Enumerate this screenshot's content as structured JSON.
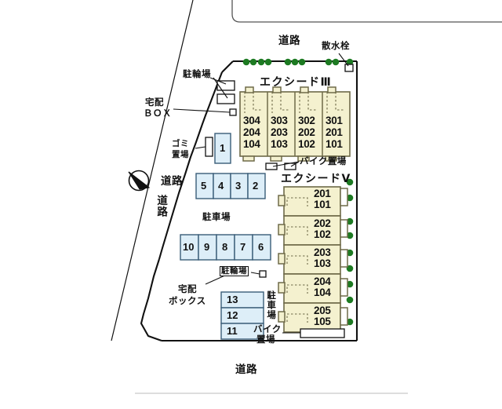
{
  "diagram": {
    "kind": "property-site-plan",
    "colors": {
      "building_fill": "#f4f1cf",
      "building_stroke": "#7a7450",
      "parking_fill": "#ddeef8",
      "parking_stroke": "#3a5d78",
      "hedge_green": "#1d7a22",
      "line": "#111111",
      "road_line": "#555555"
    }
  },
  "roads": {
    "top": "道路",
    "left_horizontal": "道路",
    "left_vertical": "道路",
    "bottom": "道路"
  },
  "facilities": {
    "sprinkler": "散水栓",
    "bicycle_parking_top": "駐輪場",
    "delivery_box_top": "宅配\nＢＯＸ",
    "delivery_box_top_line1": "宅配",
    "delivery_box_top_line2": "ＢＯＸ",
    "garbage_area_line1": "ゴミ",
    "garbage_area_line2": "置場",
    "bike_parking_mid": "バイク置場",
    "bicycle_parking_bottom": "駐輪場",
    "delivery_box_bottom_line1": "宅配",
    "delivery_box_bottom_line2": "ボックス",
    "car_parking_label": "駐車場",
    "car_parking_right_v": "駐車場",
    "bike_parking_bottom_line1": "バイク",
    "bike_parking_bottom_line2": "置場"
  },
  "buildings": [
    {
      "name": "エクシードⅢ",
      "id": "exceed-3",
      "orientation": "horizontal",
      "units": [
        {
          "id": "u304",
          "floors": [
            "304",
            "204",
            "104"
          ]
        },
        {
          "id": "u303",
          "floors": [
            "303",
            "203",
            "103"
          ]
        },
        {
          "id": "u302",
          "floors": [
            "302",
            "202",
            "102"
          ]
        },
        {
          "id": "u301",
          "floors": [
            "301",
            "201",
            "101"
          ]
        }
      ]
    },
    {
      "name": "エクシードⅤ",
      "id": "exceed-5",
      "orientation": "vertical",
      "units": [
        {
          "id": "v201",
          "floors": [
            "201",
            "101"
          ]
        },
        {
          "id": "v202",
          "floors": [
            "202",
            "102"
          ]
        },
        {
          "id": "v203",
          "floors": [
            "203",
            "103"
          ]
        },
        {
          "id": "v204",
          "floors": [
            "204",
            "104"
          ]
        },
        {
          "id": "v205",
          "floors": [
            "205",
            "105"
          ]
        }
      ]
    }
  ],
  "parking_stalls": {
    "single": [
      "1"
    ],
    "upper_row": [
      "5",
      "4",
      "3",
      "2"
    ],
    "lower_row": [
      "10",
      "9",
      "8",
      "7",
      "6"
    ],
    "bottom_column": [
      "13",
      "12",
      "11"
    ]
  },
  "compass": {
    "name": "north-arrow",
    "direction": "north-west"
  }
}
